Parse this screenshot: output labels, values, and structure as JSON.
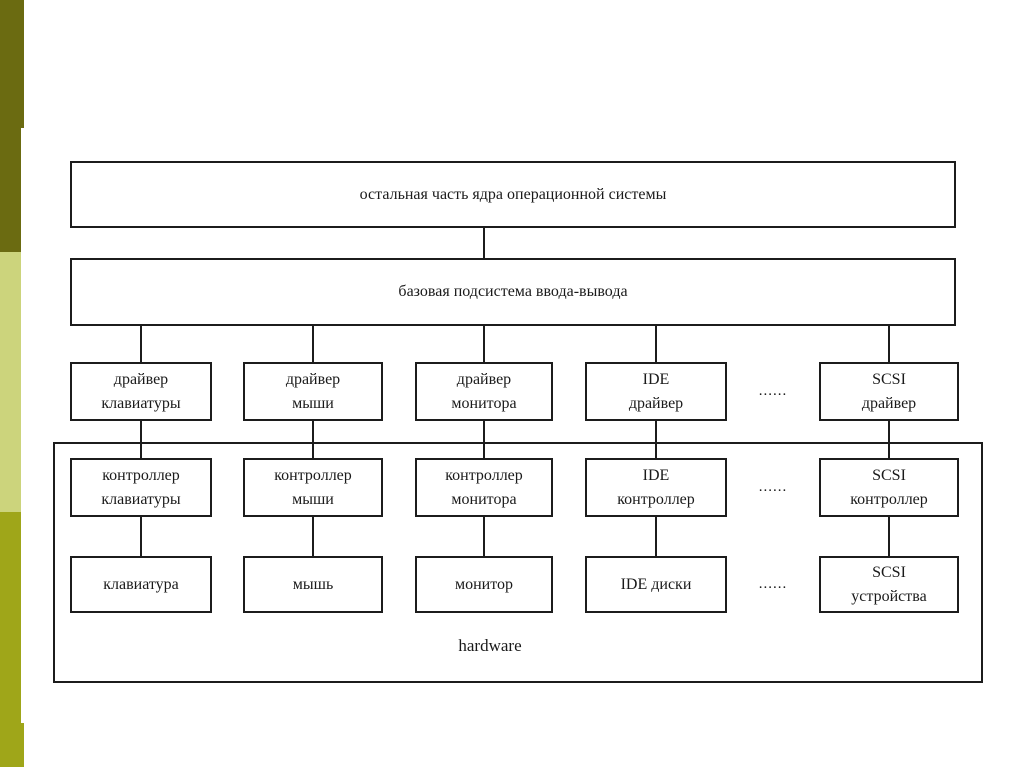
{
  "left_accent": {
    "colors": {
      "dark": "#6b6b11",
      "light": "#ccd47c",
      "mid": "#9fa619"
    }
  },
  "diagram": {
    "kernel_label": "остальная часть ядра операционной системы",
    "io_label": "базовая подсистема ввода-вывода",
    "columns": [
      {
        "driver": "драйвер\nклавиатуры",
        "controller": "контроллер\nклавиатуры",
        "device": "клавиатура"
      },
      {
        "driver": "драйвер\nмыши",
        "controller": "контроллер\nмыши",
        "device": "мышь"
      },
      {
        "driver": "драйвер\nмонитора",
        "controller": "контроллер\nмонитора",
        "device": "монитор"
      },
      {
        "driver": "IDE\nдрайвер",
        "controller": "IDE\nконтроллер",
        "device": "IDE диски"
      },
      {
        "driver": "SCSI\nдрайвер",
        "controller": "SCSI\nконтроллер",
        "device": "SCSI\nустройства"
      }
    ],
    "ellipsis": "......",
    "hardware_label": "hardware"
  }
}
